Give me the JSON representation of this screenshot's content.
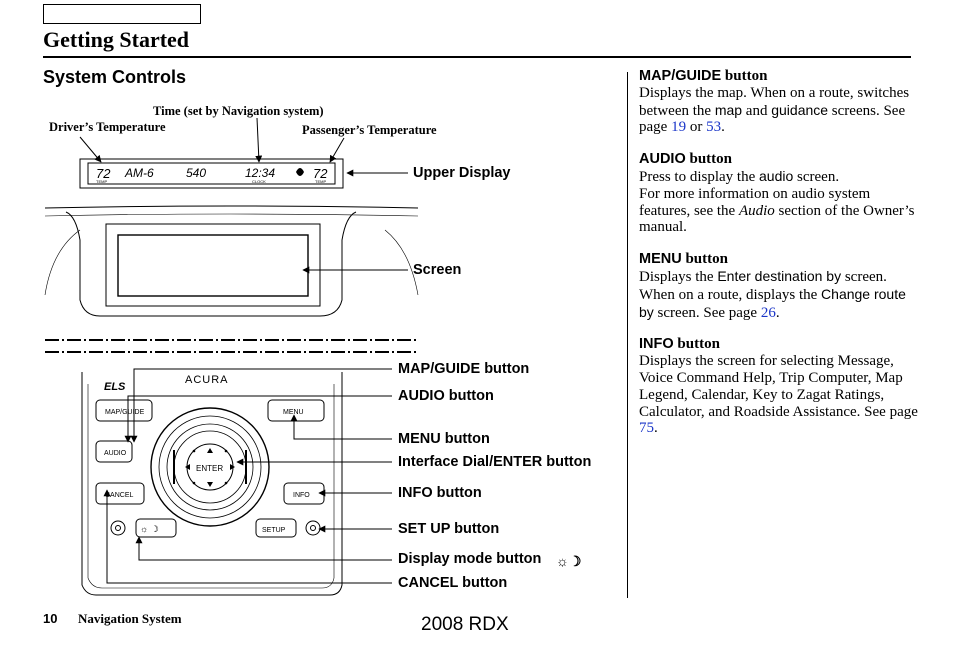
{
  "header": {
    "section_title": "Getting Started"
  },
  "left": {
    "subheading": "System Controls",
    "top_callouts": {
      "time": "Time (set by Navigation system)",
      "driver_temp": "Driver’s Temperature",
      "passenger_temp": "Passenger’s Temperature"
    },
    "upper_display": {
      "left_temp": "72",
      "mode": "AM-6",
      "freq": "540",
      "clock": "12:34",
      "right_temp": "72",
      "temp_tag": "TEMP",
      "clock_tag": "CLOCK"
    },
    "right_callouts": {
      "upper_display": "Upper Display",
      "screen": "Screen",
      "map_guide": "MAP/GUIDE button",
      "audio": "AUDIO button",
      "menu": "MENU button",
      "dial": "Interface Dial/ENTER button",
      "info": "INFO button",
      "setup": "SET UP button",
      "display_mode": "Display mode button",
      "cancel": "CANCEL button"
    },
    "panel": {
      "brand": "ACURA",
      "els": "ELS",
      "map_guide": "MAP/GUIDE",
      "audio": "AUDIO",
      "cancel": "CANCEL",
      "menu": "MENU",
      "info": "INFO",
      "setup": "SETUP",
      "enter": "ENTER"
    }
  },
  "right_col": [
    {
      "head_key": "MAP/GUIDE",
      "head_word": " button",
      "parts": [
        {
          "t": "Displays the map. When on a route, switches between the "
        },
        {
          "t": "map",
          "ui": true
        },
        {
          "t": " and "
        },
        {
          "t": "guidance",
          "ui": true
        },
        {
          "t": " screens. See page "
        },
        {
          "t": "19",
          "link": true
        },
        {
          "t": " or "
        },
        {
          "t": "53",
          "link": true
        },
        {
          "t": "."
        }
      ]
    },
    {
      "head_key": "AUDIO",
      "head_word": " button",
      "parts": [
        {
          "t": "Press to display the "
        },
        {
          "t": "audio",
          "ui": true
        },
        {
          "t": " screen."
        },
        {
          "br": true
        },
        {
          "t": "For more information on audio system features, see the "
        },
        {
          "t": "Audio",
          "em": true
        },
        {
          "t": " section of the Owner’s manual."
        }
      ]
    },
    {
      "head_key": "MENU",
      "head_word": " button",
      "parts": [
        {
          "t": "Displays the "
        },
        {
          "t": "Enter destination by",
          "ui": true
        },
        {
          "t": " screen. When on a route, displays the "
        },
        {
          "t": "Change route by",
          "ui": true
        },
        {
          "t": " screen. See page "
        },
        {
          "t": "26",
          "link": true
        },
        {
          "t": "."
        }
      ]
    },
    {
      "head_key": "INFO",
      "head_word": " button",
      "parts": [
        {
          "t": "Displays the screen for selecting Message, Voice Command Help, Trip Computer, Map Legend, Calendar, Key to Zagat Ratings, Calculator, and Roadside Assistance. See page "
        },
        {
          "t": "75",
          "link": true
        },
        {
          "t": "."
        }
      ]
    }
  ],
  "footer": {
    "page_number": "10",
    "title": "Navigation System",
    "model": "2008  RDX"
  }
}
